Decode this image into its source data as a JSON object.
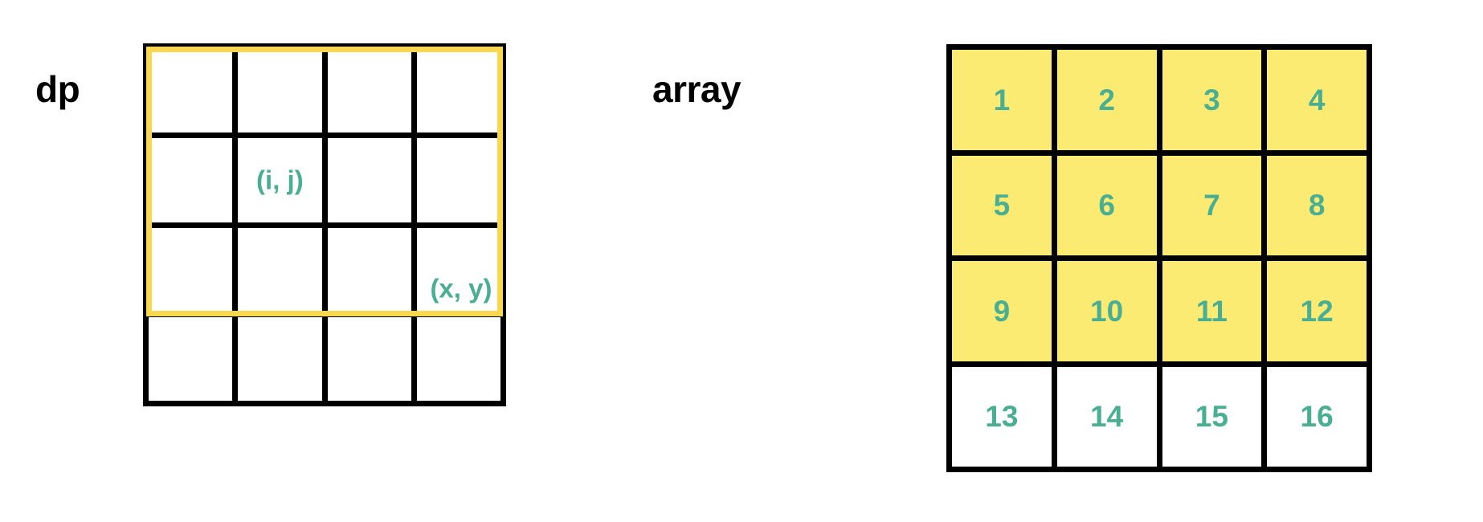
{
  "diagram": {
    "title_left": "dp",
    "title_right": "array",
    "colors": {
      "highlight_border": "#F9D84F",
      "cell_fill": "#FBEB72",
      "value_text": "#49AE92",
      "grid_line": "#000000",
      "background": "#FFFFFF"
    }
  },
  "dp_panel": {
    "label": "dp",
    "rows": 4,
    "cols": 4,
    "cells": [
      [
        {
          "value": ""
        },
        {
          "value": ""
        },
        {
          "value": ""
        },
        {
          "value": ""
        }
      ],
      [
        {
          "value": ""
        },
        {
          "value": "(i, j)"
        },
        {
          "value": ""
        },
        {
          "value": ""
        }
      ],
      [
        {
          "value": ""
        },
        {
          "value": ""
        },
        {
          "value": ""
        },
        {
          "value": "(x, y)"
        }
      ],
      [
        {
          "value": ""
        },
        {
          "value": ""
        },
        {
          "value": ""
        },
        {
          "value": ""
        }
      ]
    ],
    "annotations": {
      "ij_label": "(i, j)",
      "ij_row": 2,
      "ij_col": 2,
      "xy_label": "(x, y)",
      "xy_row": 3,
      "xy_col": 4
    },
    "highlight": {
      "description": "yellow rectangle outlining rows 1-3 of all 4 columns",
      "rows_covered": [
        1,
        2,
        3
      ],
      "cols_covered": [
        1,
        2,
        3,
        4
      ],
      "color": "#F9D84F"
    }
  },
  "array_panel": {
    "label": "array",
    "rows": 4,
    "cols": 4,
    "cells": [
      [
        {
          "value": "1",
          "filled": true
        },
        {
          "value": "2",
          "filled": true
        },
        {
          "value": "3",
          "filled": true
        },
        {
          "value": "4",
          "filled": true
        }
      ],
      [
        {
          "value": "5",
          "filled": true
        },
        {
          "value": "6",
          "filled": true
        },
        {
          "value": "7",
          "filled": true
        },
        {
          "value": "8",
          "filled": true
        }
      ],
      [
        {
          "value": "9",
          "filled": true
        },
        {
          "value": "10",
          "filled": true
        },
        {
          "value": "11",
          "filled": true
        },
        {
          "value": "12",
          "filled": true
        }
      ],
      [
        {
          "value": "13",
          "filled": false
        },
        {
          "value": "14",
          "filled": false
        },
        {
          "value": "15",
          "filled": false
        },
        {
          "value": "16",
          "filled": false
        }
      ]
    ]
  },
  "chart_data": {
    "type": "table",
    "title": "dp / array 4x4 grid illustration",
    "grids": [
      {
        "name": "dp",
        "rows": 4,
        "cols": 4,
        "values": [
          [
            "",
            "",
            "",
            ""
          ],
          [
            "",
            "(i, j)",
            "",
            ""
          ],
          [
            "",
            "",
            "",
            "(x, y)"
          ],
          [
            "",
            "",
            "",
            ""
          ]
        ],
        "highlighted_rows": [
          1,
          2,
          3
        ],
        "highlight_color": "#F9D84F"
      },
      {
        "name": "array",
        "rows": 4,
        "cols": 4,
        "values": [
          [
            "1",
            "2",
            "3",
            "4"
          ],
          [
            "5",
            "6",
            "7",
            "8"
          ],
          [
            "9",
            "10",
            "11",
            "12"
          ],
          [
            "13",
            "14",
            "15",
            "16"
          ]
        ],
        "highlighted_rows": [
          1,
          2,
          3
        ],
        "highlight_color": "#FBEB72"
      }
    ]
  }
}
